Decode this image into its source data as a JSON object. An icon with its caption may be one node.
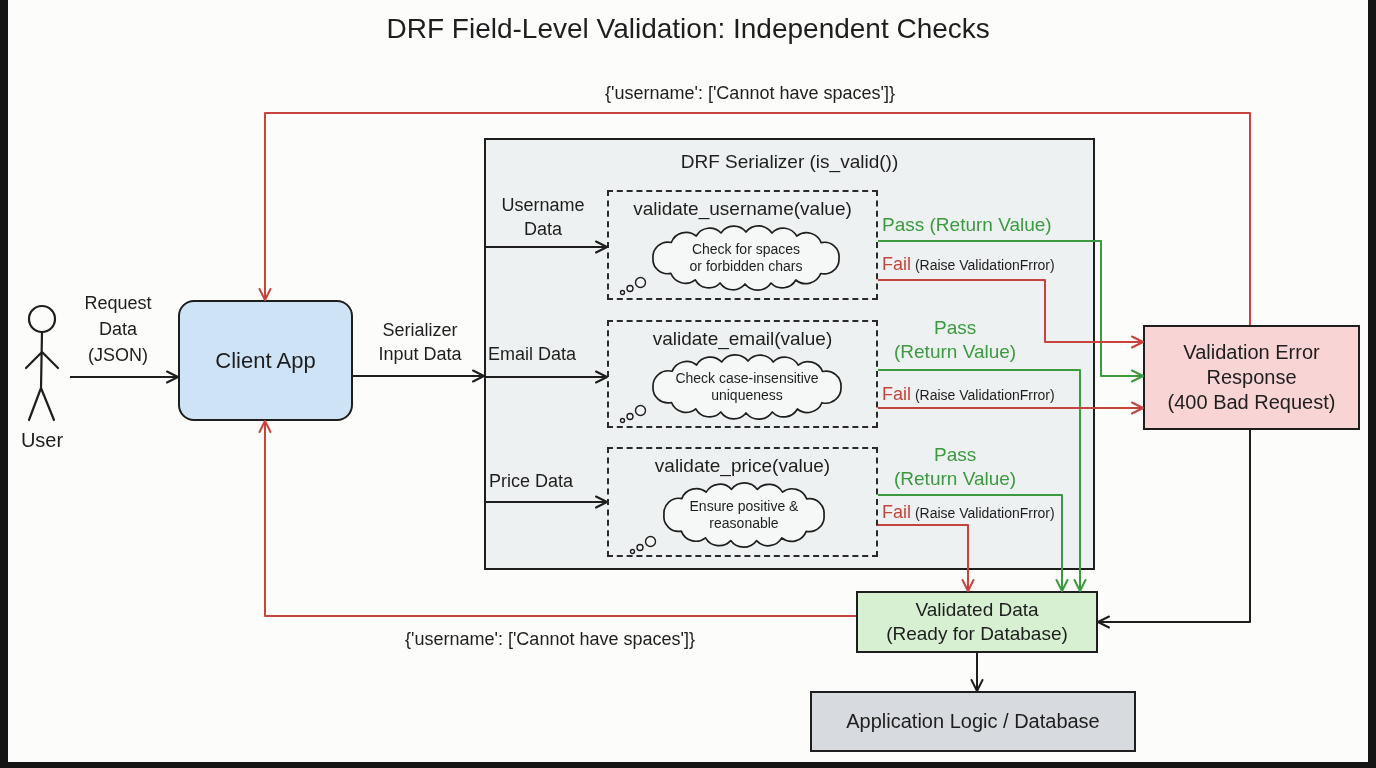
{
  "diagram": {
    "title": "DRF Field-Level Validation: Independent Checks",
    "nodes": [
      {
        "text": [
          "User"
        ]
      },
      {
        "text": [
          "Client App"
        ]
      },
      {
        "text": [
          "DRF Serializer (is_valid())"
        ]
      },
      {
        "text": [
          "validate_username(value)"
        ],
        "in": 2
      },
      {
        "text": [
          "Check for spaces or forbidden chars"
        ],
        "in": 3
      },
      {
        "text": [
          "validate_email(value)"
        ],
        "in": 2
      },
      {
        "text": [
          "Check case-insensitive uniqueness"
        ],
        "in": 5
      },
      {
        "text": [
          "validate_price(value)"
        ],
        "in": 2
      },
      {
        "text": [
          "Ensure positive & reasonable"
        ],
        "in": 7
      },
      {
        "text": [
          "Validation Error Response",
          "(400 Bad Request)"
        ]
      },
      {
        "text": [
          "Validated Data",
          "(Ready for Database)"
        ]
      },
      {
        "text": [
          "Application Logic / Database"
        ]
      }
    ],
    "edges": [
      {
        "from": 0,
        "to": 1,
        "arrow": "to",
        "label": "Request Data (JSON)"
      },
      {
        "from": 1,
        "to": 2,
        "arrow": "to",
        "label": "Serializer Input Data"
      },
      {
        "from": 2,
        "to": 3,
        "arrow": "to",
        "label": "Username Data"
      },
      {
        "from": 2,
        "to": 5,
        "arrow": "to",
        "label": "Email Data"
      },
      {
        "from": 2,
        "to": 7,
        "arrow": "to",
        "label": "Price Data"
      },
      {
        "from": 3,
        "to": 9,
        "arrow": "to",
        "label": "Pass (Return Value)",
        "color": "#3b9a3f"
      },
      {
        "from": 3,
        "to": 9,
        "arrow": "to",
        "label": "Fail (Raise ValidationFrror)",
        "color": "#c6443d"
      },
      {
        "from": 5,
        "to": 10,
        "arrow": "to",
        "label": "Pass (Return Value)",
        "color": "#3b9a3f"
      },
      {
        "from": 5,
        "to": 9,
        "arrow": "to",
        "label": "Fail (Raise ValidationFrror)",
        "color": "#c6443d"
      },
      {
        "from": 7,
        "to": 10,
        "arrow": "to",
        "label": "Pass (Return Value)",
        "color": "#3b9a3f"
      },
      {
        "from": 7,
        "to": 10,
        "arrow": "to",
        "label": "Fail (Raise ValidationFrror)",
        "color": "#c6443d"
      },
      {
        "from": 9,
        "to": 1,
        "arrow": "to",
        "label": "{'username': ['Cannot have spaces']}",
        "color": "#c6443d"
      },
      {
        "from": 10,
        "to": 1,
        "arrow": "to",
        "label": "{'username': ['Cannot have spaces']}",
        "color": "#c6443d"
      },
      {
        "from": 9,
        "to": 10,
        "arrow": "to"
      },
      {
        "from": 10,
        "to": 11,
        "arrow": "to"
      }
    ]
  }
}
